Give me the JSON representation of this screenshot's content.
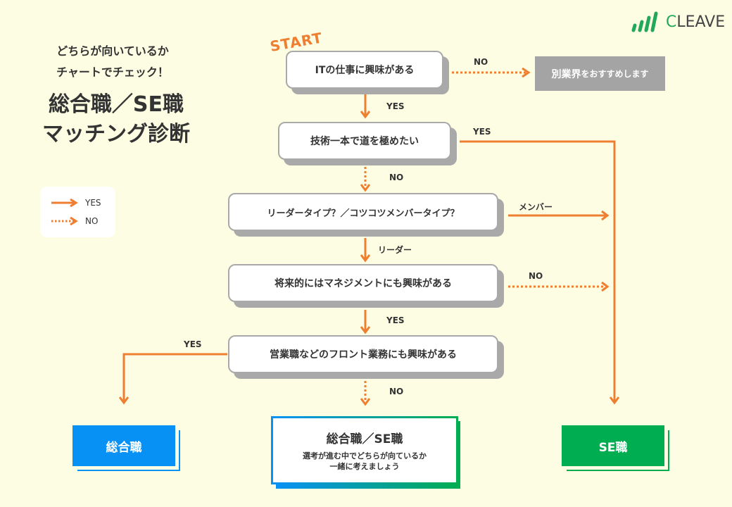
{
  "brand": {
    "name": "CLEAVE",
    "name_initial": "C",
    "name_rest": "LEAVE",
    "accent_green": "#22a85a"
  },
  "header": {
    "subtitle_line1": "どちらが向いているか",
    "subtitle_line2": "チャートでチェック！",
    "title_line1": "総合職／SE職",
    "title_line2": "マッチング診断"
  },
  "legend": {
    "yes_label": "YES",
    "no_label": "NO"
  },
  "colors": {
    "background": "#fdfde3",
    "arrow": "#ee7f30",
    "box_shadow": "#a9a9a9",
    "sogo": "#0891f5",
    "se": "#00ad50",
    "recommend_bg": "#a4a4a4"
  },
  "flow": {
    "start_label": "START",
    "questions": [
      {
        "id": "q1",
        "text": "ITの仕事に興味がある"
      },
      {
        "id": "q2",
        "text": "技術一本で道を極めたい"
      },
      {
        "id": "q3",
        "text": "リーダータイプ？／コツコツメンバータイプ？"
      },
      {
        "id": "q4",
        "text": "将来的にはマネジメントにも興味がある"
      },
      {
        "id": "q5",
        "text": "営業職などのフロント業務にも興味がある"
      }
    ],
    "edge_labels": {
      "q1_no": "NO",
      "q1_yes": "YES",
      "q2_yes": "YES",
      "q2_no": "NO",
      "q3_member": "メンバー",
      "q3_leader": "リーダー",
      "q4_no": "NO",
      "q4_yes": "YES",
      "q5_yes": "YES",
      "q5_no": "NO"
    },
    "other_industry": {
      "text_main": "別業界",
      "text_rest": "をおすすめします"
    }
  },
  "results": {
    "sogo": {
      "label": "総合職"
    },
    "both": {
      "label": "総合職／SE職",
      "desc_line1": "選考が進む中でどちらが向ているか",
      "desc_line2": "一緒に考えましょう"
    },
    "se": {
      "label": "SE職"
    }
  }
}
